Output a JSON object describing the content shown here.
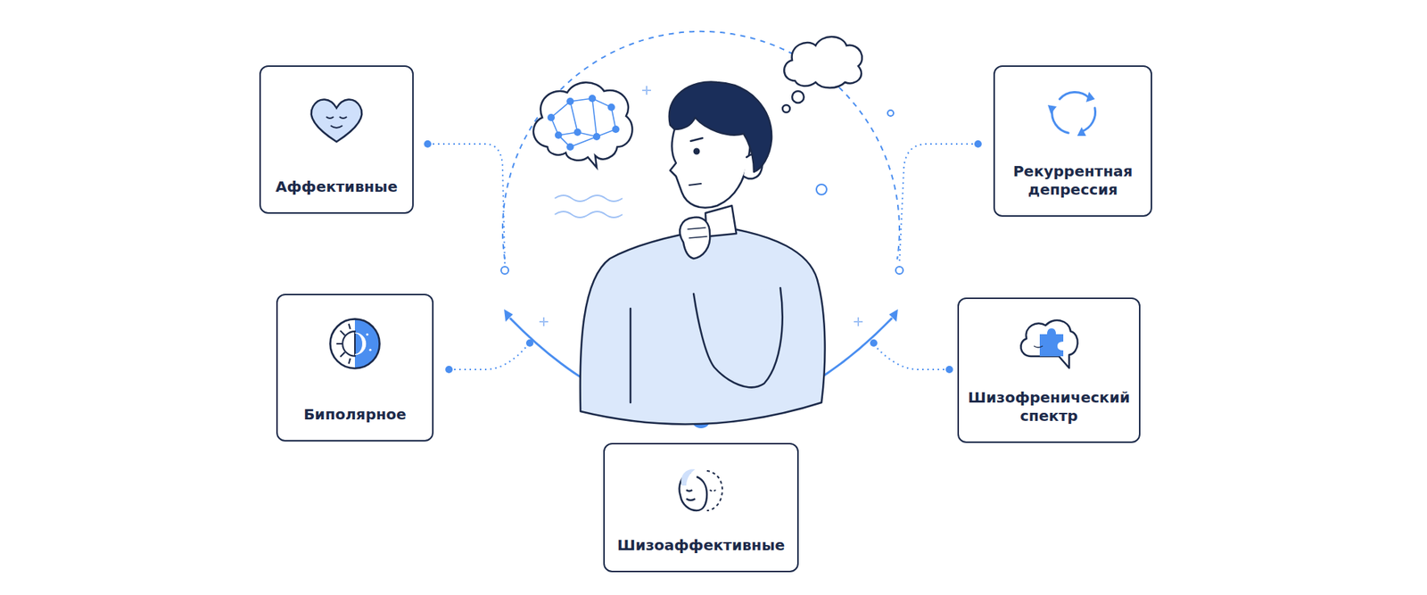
{
  "diagram": {
    "nodes": [
      {
        "text": [
          "Аффективные"
        ]
      },
      {
        "text": [
          "Биполярное"
        ]
      },
      {
        "text": [
          "Шизоаффективные"
        ]
      },
      {
        "text": [
          "Рекуррентная депрессия"
        ]
      },
      {
        "text": [
          "Шизофренический спектр"
        ]
      }
    ]
  }
}
